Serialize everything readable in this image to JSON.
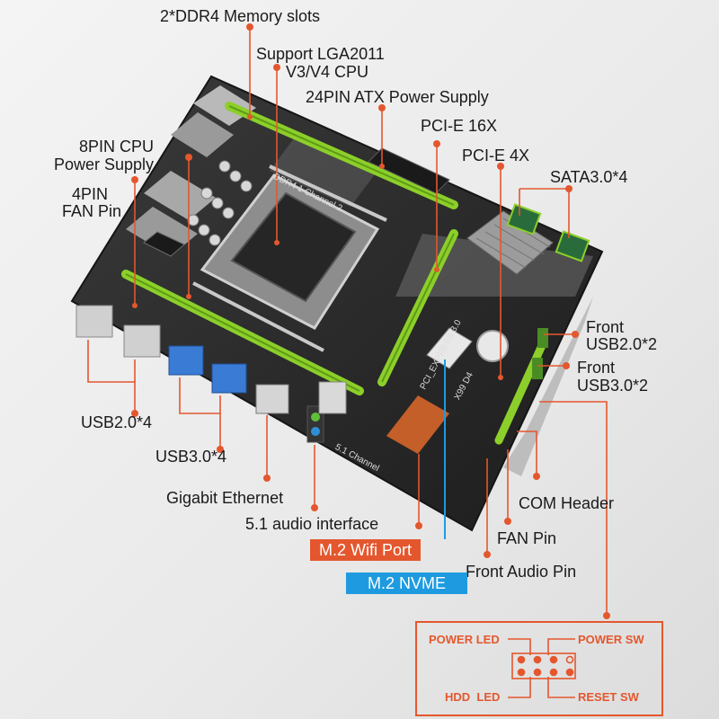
{
  "colors": {
    "accent": "#e4572e",
    "nvme_blue": "#1e9be0",
    "slot_green": "#8ccf2a",
    "board_dark": "#2b2b2b"
  },
  "labels": {
    "ddr4_slots": "2*DDR4 Memory slots",
    "lga_line1": "Support LGA2011",
    "lga_line2": "V3/V4 CPU",
    "atx_power": "24PIN ATX Power Supply",
    "pcie16": "PCI-E 16X",
    "cpu_power_line1": "8PIN CPU",
    "cpu_power_line2": "Power Supply",
    "pcie4": "PCI-E 4X",
    "sata": "SATA3.0*4",
    "fan4_line1": "4PIN",
    "fan4_line2": "FAN Pin",
    "front_usb2_line1": "Front",
    "front_usb2_line2": "USB2.0*2",
    "front_usb3_line1": "Front",
    "front_usb3_line2": "USB3.0*2",
    "usb2": "USB2.0*4",
    "usb3": "USB3.0*4",
    "gigabit": "Gigabit Ethernet",
    "com": "COM Header",
    "audio51": "5.1 audio interface",
    "fan_pin": "FAN Pin",
    "m2_wifi": "M.2 Wifi Port",
    "front_audio": "Front Audio Pin",
    "m2_nvme": "M.2 NVME"
  },
  "panel": {
    "power_led": "POWER LED",
    "power_sw": "POWER SW",
    "hdd_led": "HDD  LED",
    "reset_sw": "RESET SW"
  },
  "board_text": {
    "ddr_silk": "DDR4 1 Channel 2",
    "pcie_silk": "PCI_EXPRESS 3.0",
    "model_silk": "X99 D4",
    "audio_silk": "5.1 Channel"
  }
}
